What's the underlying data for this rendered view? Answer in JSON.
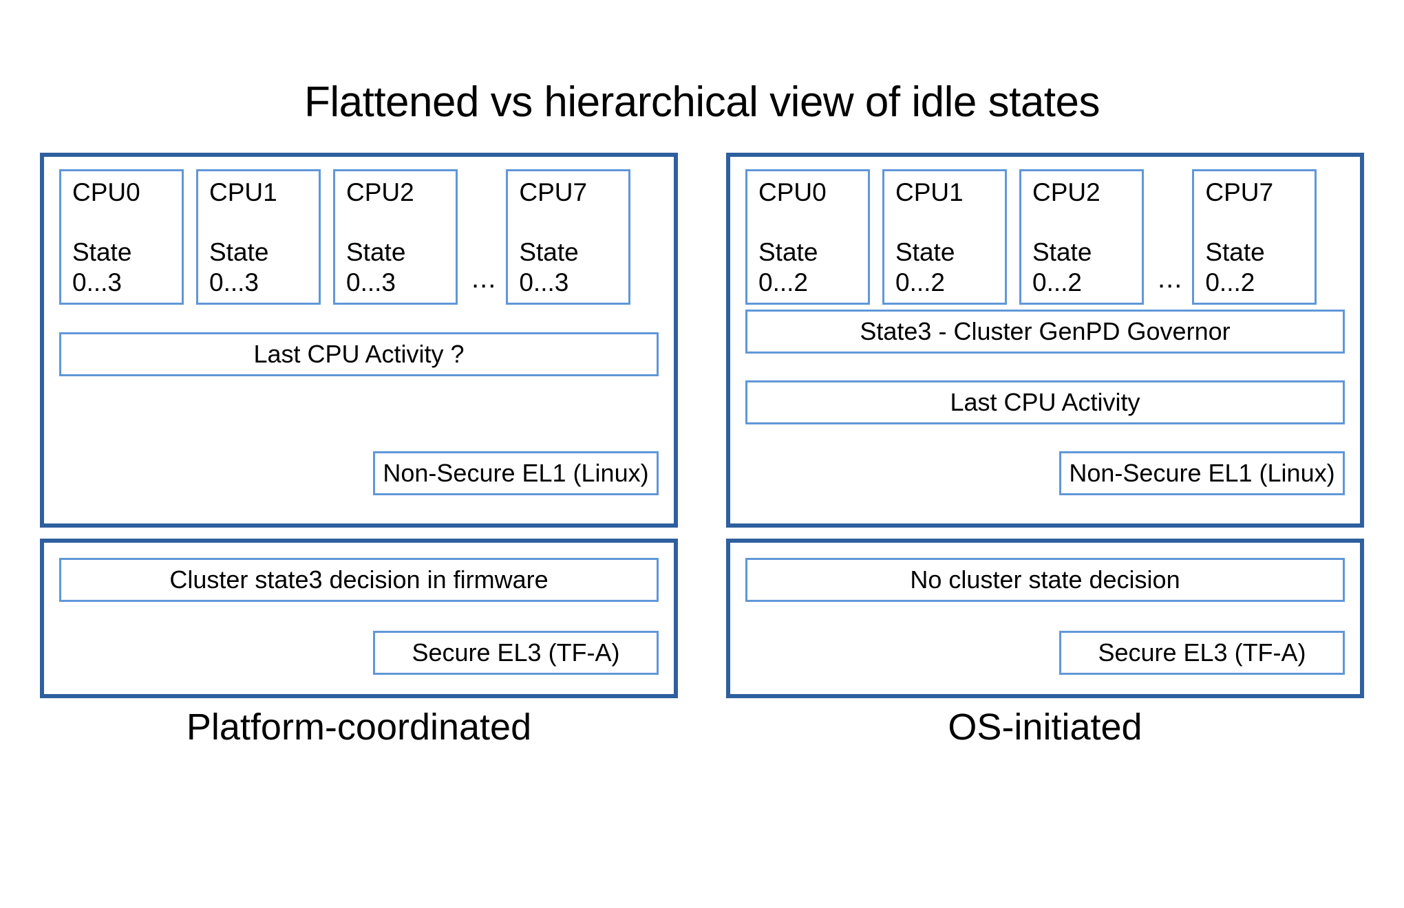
{
  "title": "Flattened vs hierarchical view of idle states",
  "colors": {
    "outer_border": "#2e5f9e",
    "inner_border": "#6097d8",
    "text": "#000000",
    "background": "#ffffff"
  },
  "columns": [
    {
      "id": "platform-coordinated",
      "caption": "Platform-coordinated",
      "os_panel": {
        "cpus": [
          {
            "name": "CPU0",
            "state_label": "State",
            "state_range": "0...3"
          },
          {
            "name": "CPU1",
            "state_label": "State",
            "state_range": "0...3"
          },
          {
            "name": "CPU2",
            "state_label": "State",
            "state_range": "0...3"
          },
          {
            "name": "CPU7",
            "state_label": "State",
            "state_range": "0...3"
          }
        ],
        "ellipsis": "...",
        "bars": {
          "last_activity": "Last CPU Activity ?",
          "exception_level": "Non-Secure EL1 (Linux)"
        }
      },
      "fw_panel": {
        "bars": {
          "decision": "Cluster state3 decision in firmware",
          "exception_level": "Secure EL3 (TF-A)"
        }
      }
    },
    {
      "id": "os-initiated",
      "caption": "OS-initiated",
      "os_panel": {
        "cpus": [
          {
            "name": "CPU0",
            "state_label": "State",
            "state_range": "0...2"
          },
          {
            "name": "CPU1",
            "state_label": "State",
            "state_range": "0...2"
          },
          {
            "name": "CPU2",
            "state_label": "State",
            "state_range": "0...2"
          },
          {
            "name": "CPU7",
            "state_label": "State",
            "state_range": "0...2"
          }
        ],
        "ellipsis": "...",
        "bars": {
          "cluster_governor": "State3 - Cluster GenPD Governor",
          "last_activity": "Last CPU Activity",
          "exception_level": "Non-Secure EL1 (Linux)"
        }
      },
      "fw_panel": {
        "bars": {
          "decision": "No cluster state decision",
          "exception_level": "Secure EL3 (TF-A)"
        }
      }
    }
  ]
}
